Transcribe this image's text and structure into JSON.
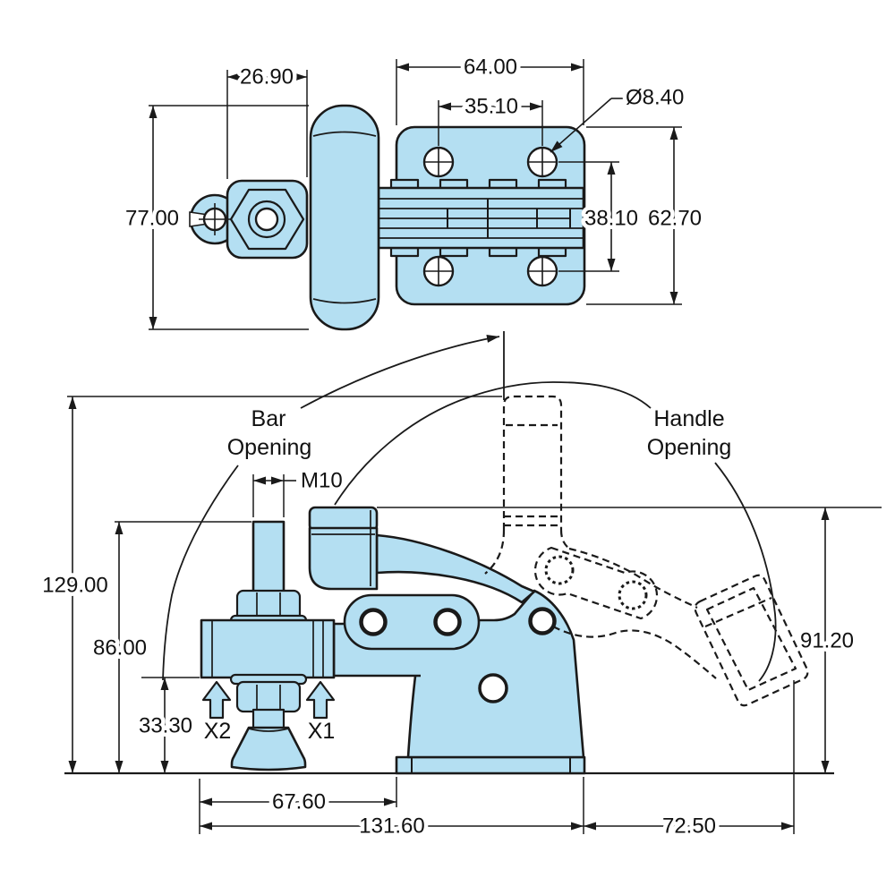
{
  "colors": {
    "part_fill": "#B4DFF2",
    "outline": "#1A1A1A",
    "background": "#FFFFFF"
  },
  "top_view": {
    "dims": {
      "nut_width": "26.90",
      "handle_length": "77.00",
      "plate_width": "64.00",
      "hole_spacing_horizontal": "35.10",
      "hole_diameter": "Ø8.40",
      "hole_spacing_vertical": "38.10",
      "plate_height": "62.70"
    }
  },
  "side_view": {
    "dims": {
      "open_height": "129.00",
      "bar_height": "86.00",
      "min_bar_height": "33.30",
      "spindle_thread": "M10",
      "handle_height": "91.20",
      "spindle_offset": "67.60",
      "overall_length": "131.60",
      "handle_reach": "72.50"
    },
    "labels": {
      "bar_opening_line1": "Bar",
      "bar_opening_line2": "Opening",
      "handle_opening_line1": "Handle",
      "handle_opening_line2": "Opening",
      "force_arrow_left": "X2",
      "force_arrow_right": "X1"
    }
  }
}
